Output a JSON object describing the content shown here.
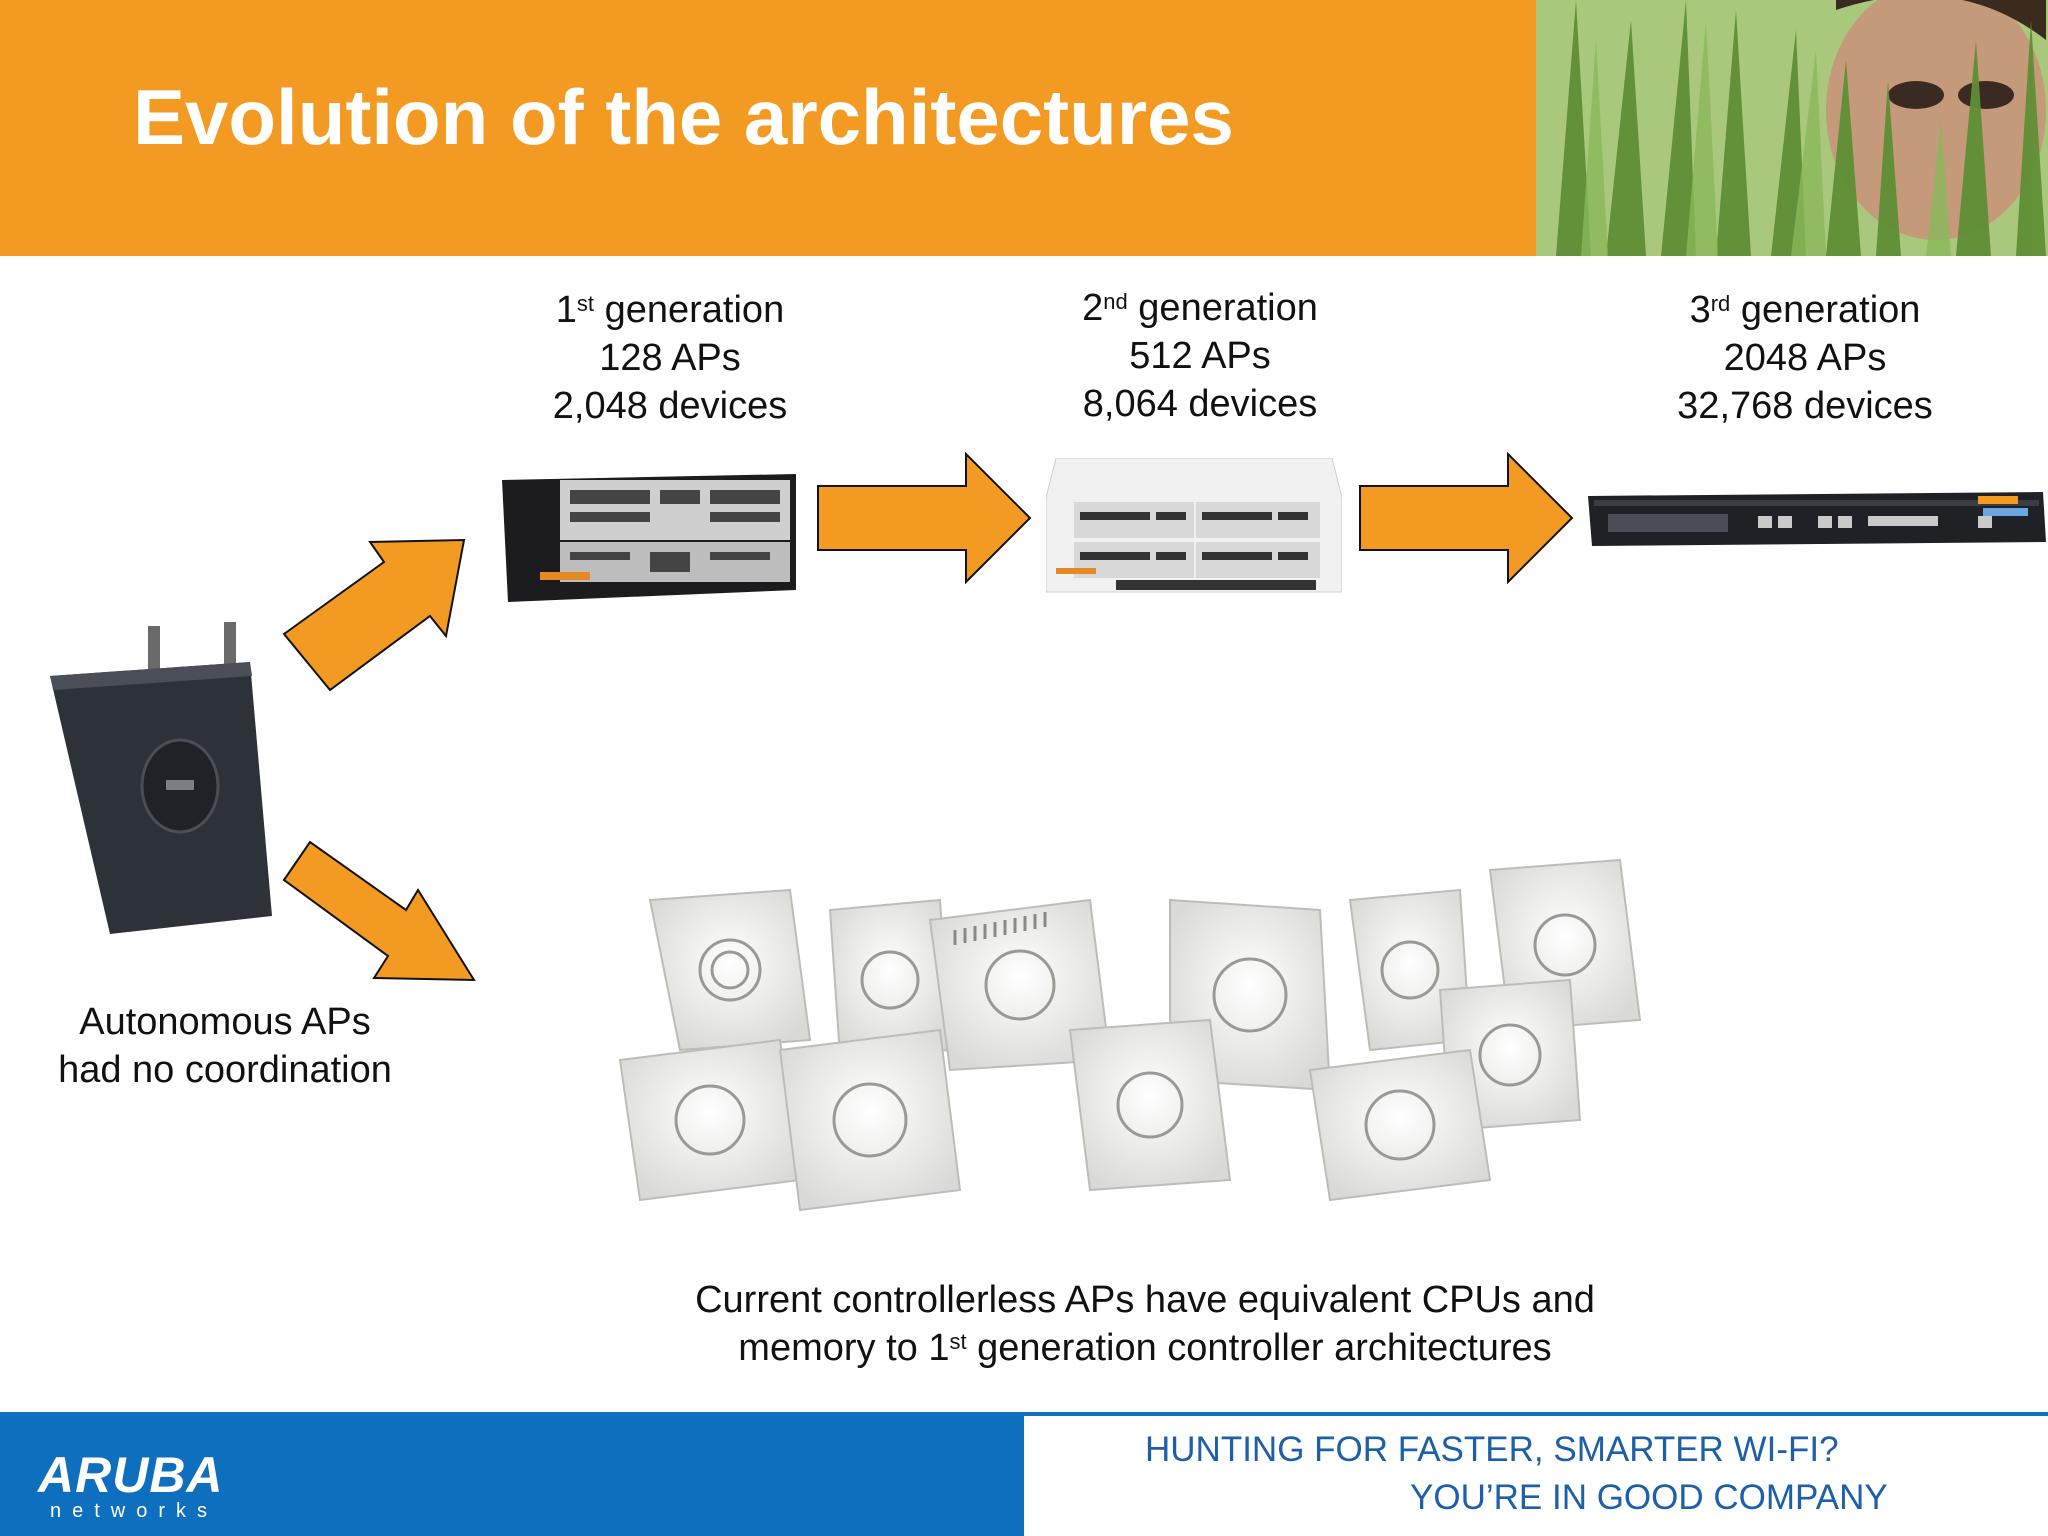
{
  "header": {
    "title": "Evolution of the architectures"
  },
  "generations": [
    {
      "ordinal": "1",
      "suffix": "st",
      "word": "generation",
      "aps": "128 APs",
      "devices": "2,048 devices"
    },
    {
      "ordinal": "2",
      "suffix": "nd",
      "word": "generation",
      "aps": "512 APs",
      "devices": "8,064 devices"
    },
    {
      "ordinal": "3",
      "suffix": "rd",
      "word": "generation",
      "aps": "2048 APs",
      "devices": "32,768 devices"
    }
  ],
  "autonomous": {
    "line1": "Autonomous APs",
    "line2": "had no coordination"
  },
  "current": {
    "line1": "Current controllerless APs have equivalent CPUs and",
    "line2_pre": "memory to 1",
    "line2_sup": "st",
    "line2_post": " generation controller architectures"
  },
  "footer": {
    "logo_main": "ARUBA",
    "logo_sub": "networks",
    "slogan_line1": "HUNTING FOR FASTER, SMARTER WI-FI?",
    "slogan_line2": "YOU’RE IN GOOD COMPANY"
  },
  "colors": {
    "orange": "#f39a22",
    "footer_blue": "#0f6fbf",
    "slogan_blue": "#1d5fa8"
  },
  "icons": [
    "controller-1st-gen-icon",
    "controller-2nd-gen-icon",
    "controller-3rd-gen-icon",
    "autonomous-ap-icon",
    "access-points-group-icon",
    "jungle-photo"
  ]
}
